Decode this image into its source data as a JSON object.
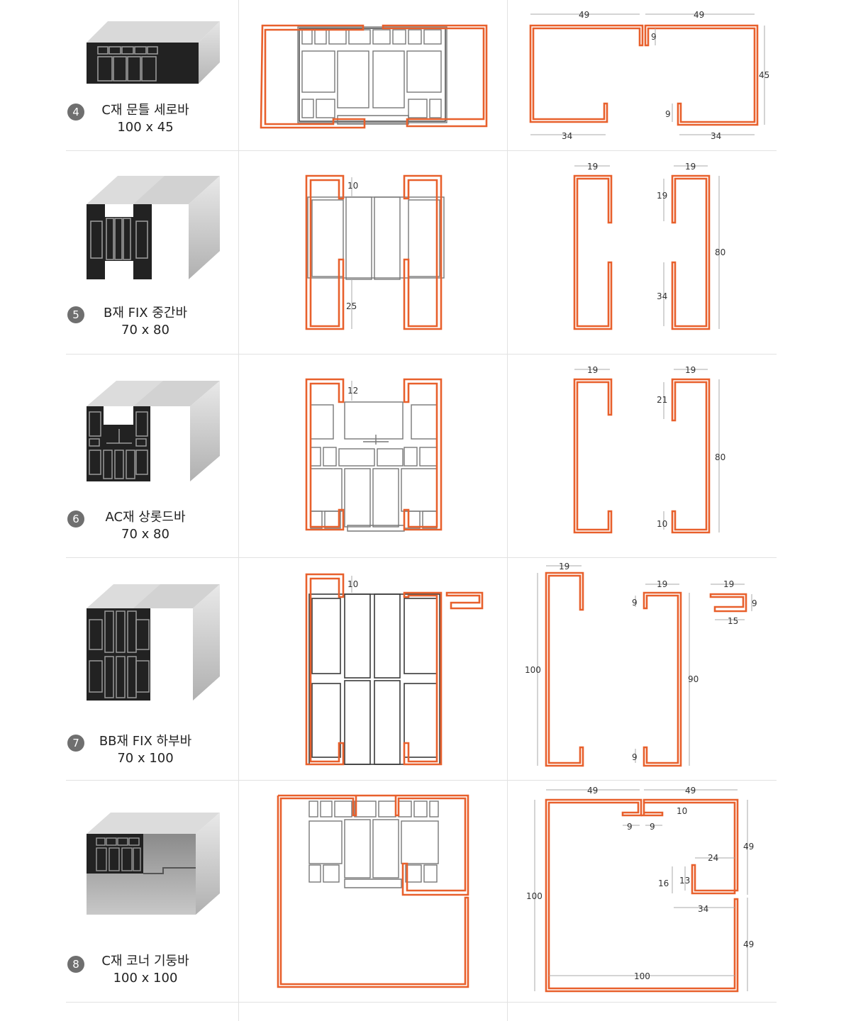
{
  "colors": {
    "accent": "#e8602c",
    "badge": "#6f6f6f",
    "divider": "#e2e2e2"
  },
  "rows": [
    {
      "number": "4",
      "name": "C재 문틀 세로바",
      "size": "100 x 45",
      "dims": {
        "top_left": "49",
        "top_right": "49",
        "lip_top": "9",
        "right_h": "45",
        "lip_bottom": "9",
        "bottom_left": "34",
        "bottom_right": "34"
      }
    },
    {
      "number": "5",
      "name": "B재 FIX 중간바",
      "size": "70 x 80",
      "section_dims": {
        "top": "10",
        "bottom": "25"
      },
      "dims": {
        "left_w": "19",
        "right_w": "19",
        "lip_top": "19",
        "height": "80",
        "lip_bottom": "34"
      }
    },
    {
      "number": "6",
      "name": "AC재 상롯드바",
      "size": "70 x 80",
      "section_dims": {
        "top": "12"
      },
      "dims": {
        "left_w": "19",
        "right_w": "19",
        "lip_top": "21",
        "height": "80",
        "lip_bottom": "10"
      }
    },
    {
      "number": "7",
      "name": "BB재 FIX 하부바",
      "size": "70 x 100",
      "section_dims": {
        "top": "10"
      },
      "dims": {
        "left_w": "19",
        "left_h": "100",
        "mid_w": "19",
        "mid_lip_top": "9",
        "mid_h": "90",
        "mid_lip_bottom": "9",
        "small_w": "19",
        "small_h": "9",
        "small_inner": "15"
      }
    },
    {
      "number": "8",
      "name": "C재 코너 기둥바",
      "size": "100 x 100",
      "dims": {
        "top_left": "49",
        "top_right": "49",
        "notch_a": "9",
        "notch_b": "9",
        "notch_h": "10",
        "right_top": "49",
        "right_bottom": "49",
        "inner_w": "24",
        "inner_h1": "16",
        "inner_h2": "13",
        "inner_bottom": "34",
        "left_h": "100",
        "bottom": "100"
      }
    }
  ]
}
